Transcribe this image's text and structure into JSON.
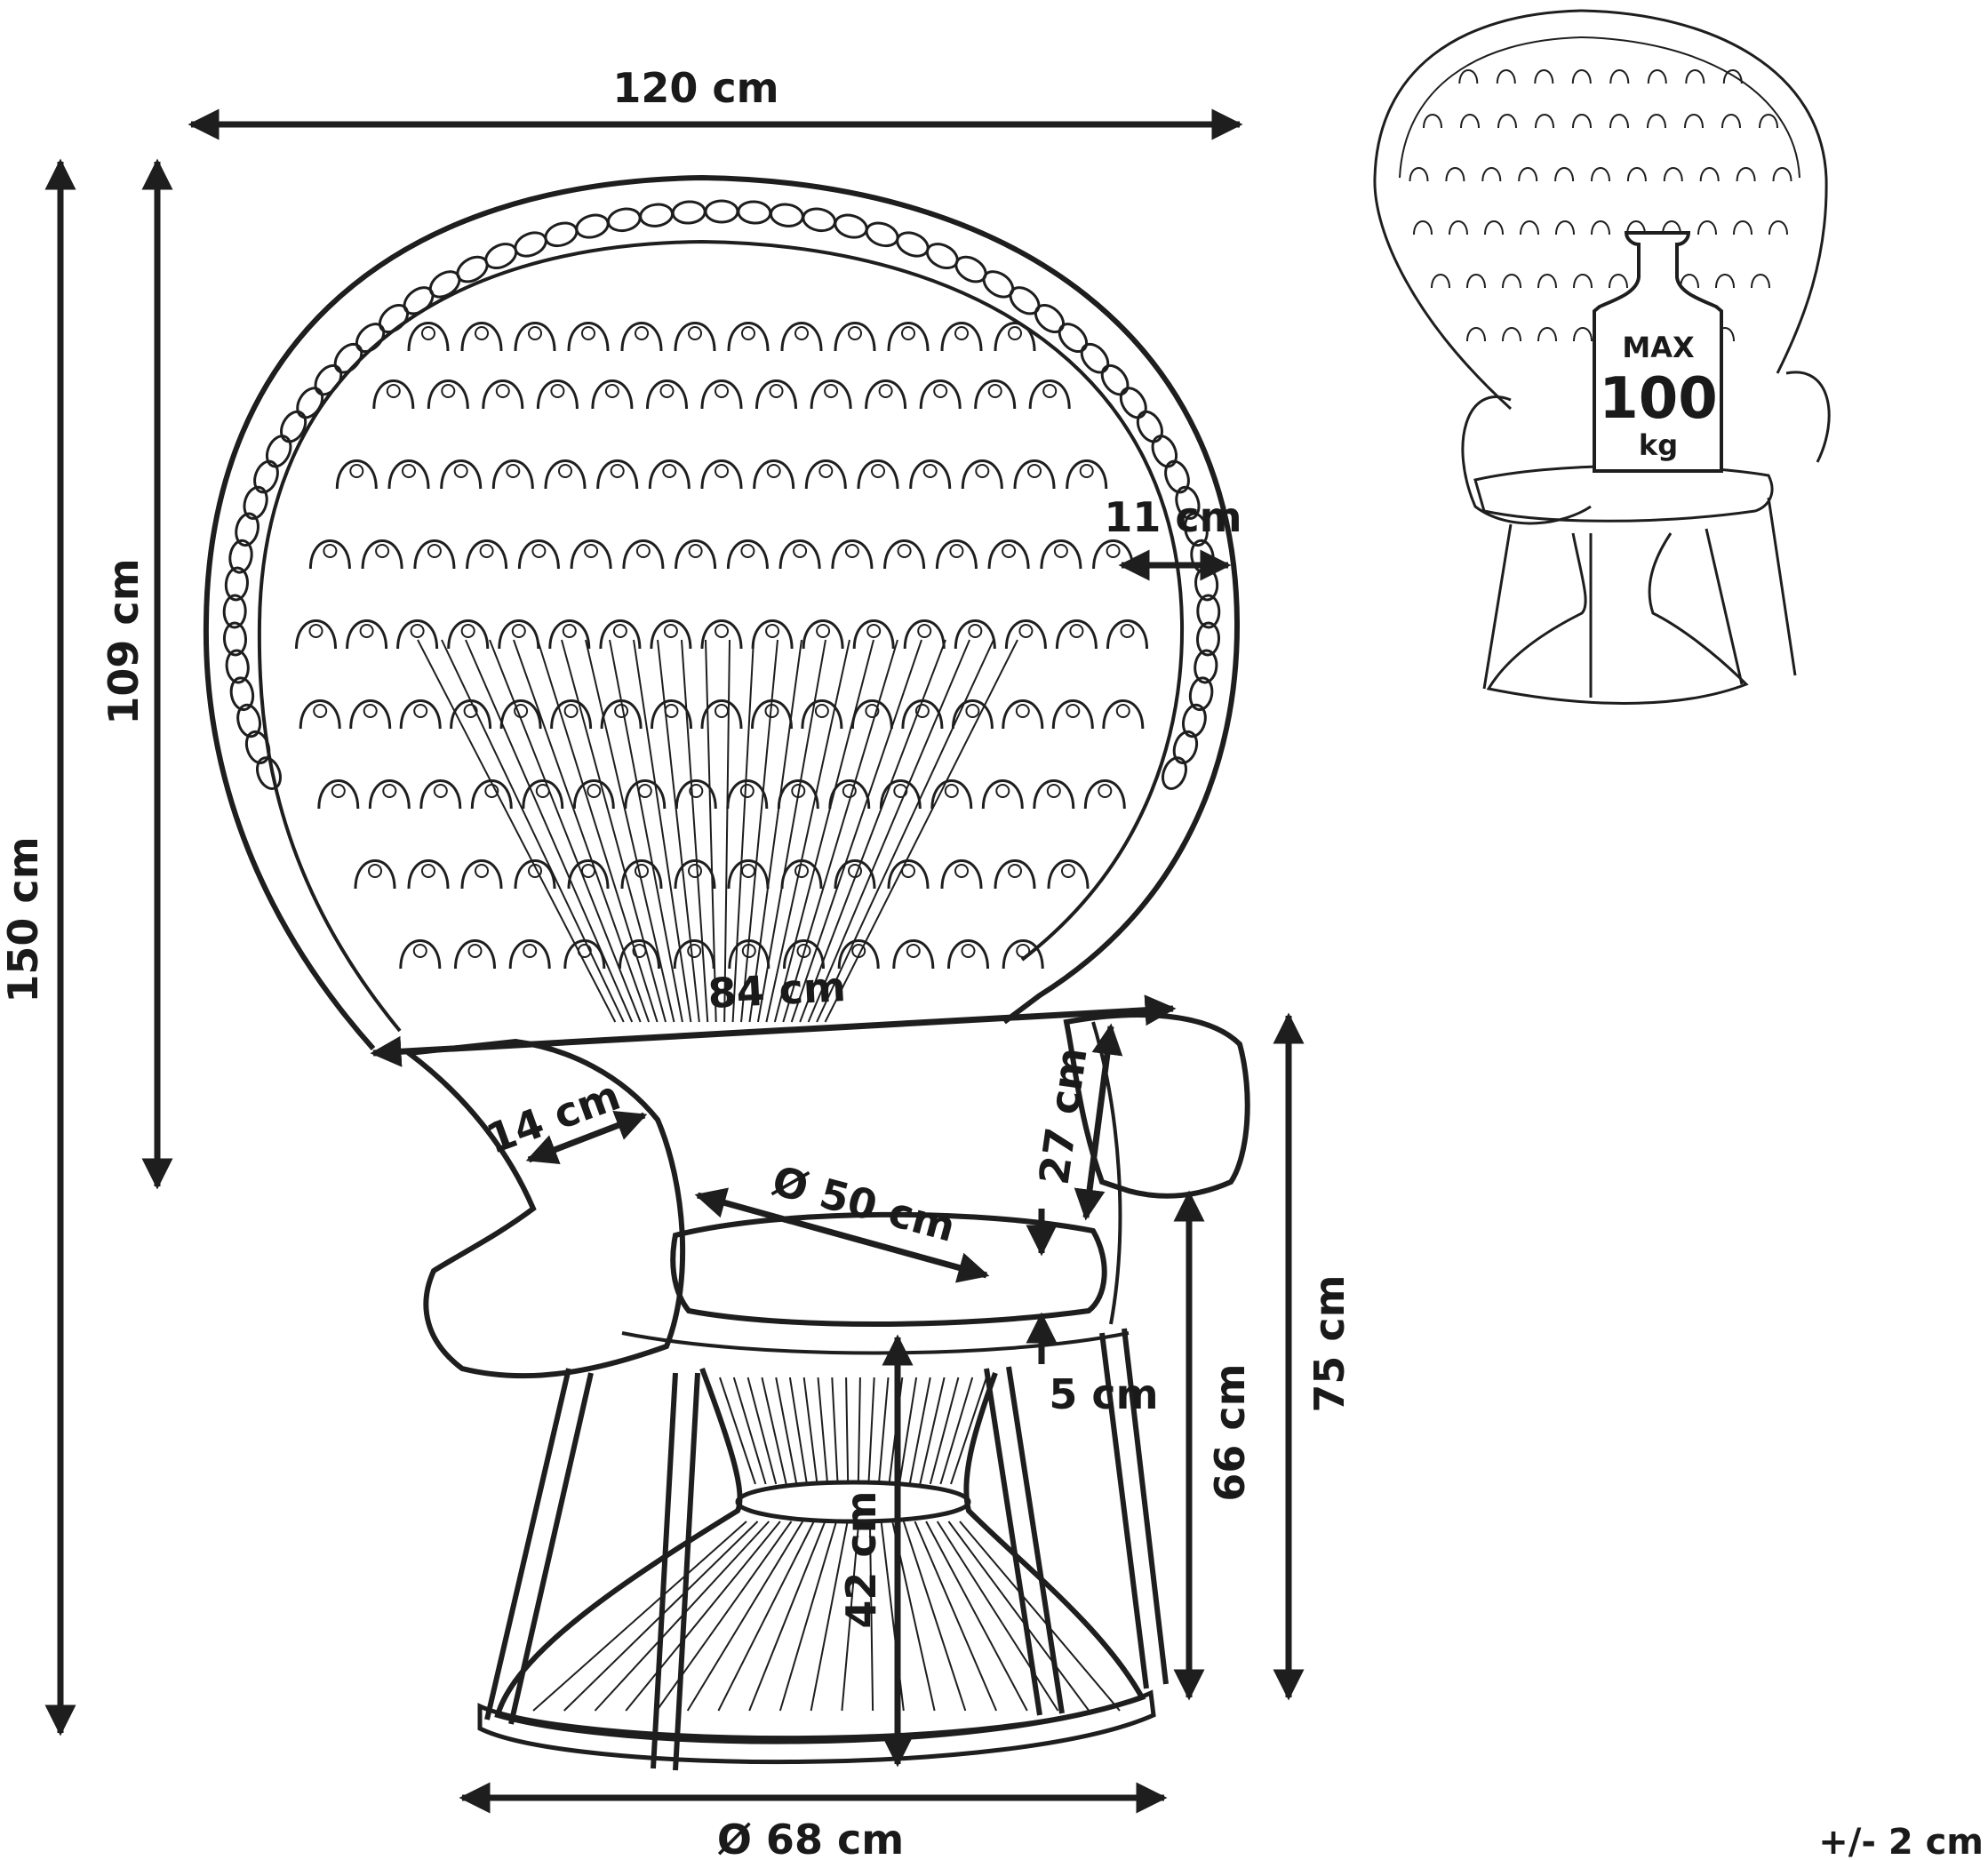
{
  "dimensions": {
    "overall_width": "120 cm",
    "overall_height": "150 cm",
    "backrest_height": "109 cm",
    "rim_width": "11 cm",
    "inner_width": "84 cm",
    "armrest_width": "14 cm",
    "backrest_above_seat": "27 cm",
    "seat_diameter": "Ø 50 cm",
    "cushion_thickness": "5 cm",
    "seat_height": "66 cm",
    "armrest_height": "75 cm",
    "base_height": "42 cm",
    "base_diameter": "Ø 68 cm"
  },
  "tolerance": "+/- 2 cm",
  "max_load": {
    "label": "MAX",
    "value": "100",
    "unit": "kg"
  },
  "colors": {
    "line": "#1e1e1e",
    "text": "#1a1a1a",
    "background": "#ffffff"
  }
}
